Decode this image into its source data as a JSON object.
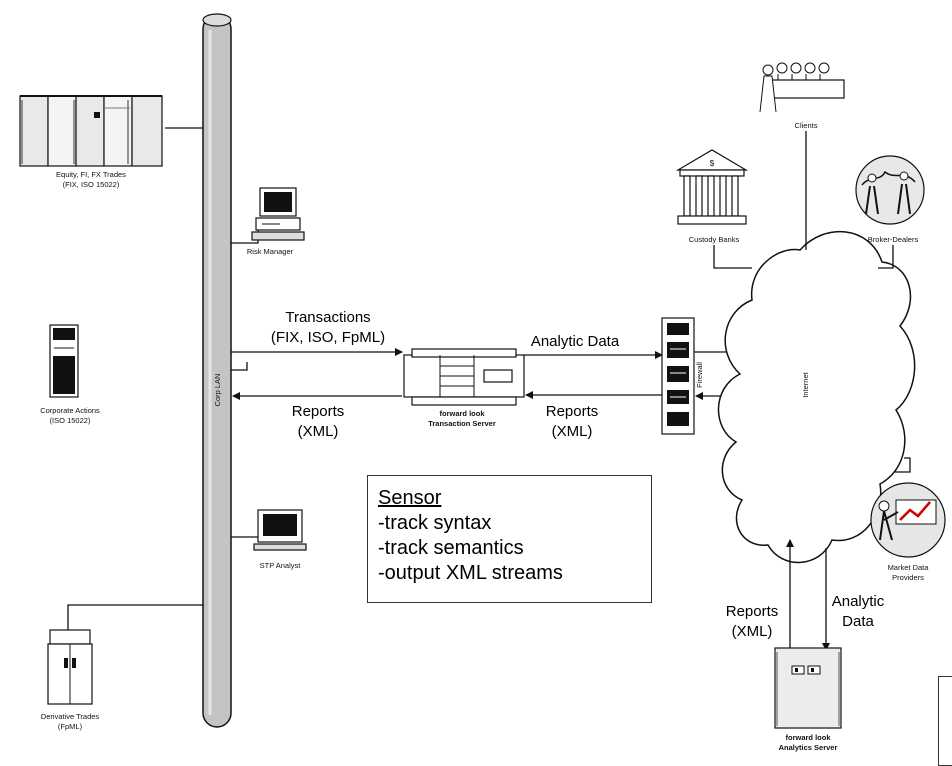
{
  "lan": {
    "label": "Corp LAN"
  },
  "devices": {
    "equity": {
      "line1": "Equity, FI, FX Trades",
      "line2": "(FIX, ISO 15022)"
    },
    "risk_manager": {
      "label": "Risk Manager"
    },
    "corporate_actions": {
      "line1": "Corporate Actions",
      "line2": "(ISO 15022)"
    },
    "stp_analyst": {
      "label": "STP Analyst"
    },
    "derivative": {
      "line1": "Derivative Trades",
      "line2": "(FpML)"
    },
    "transaction_server": {
      "line1": "forward look",
      "line2": "Transaction  Server"
    },
    "firewall": {
      "label": "Firewall"
    },
    "internet": {
      "label": "Internet"
    },
    "clients": {
      "label": "Clients"
    },
    "custody_banks": {
      "label": "Custody Banks"
    },
    "broker_dealers": {
      "label": "Broker-Dealers"
    },
    "market_data": {
      "line1": "Market Data",
      "line2": "Providers"
    },
    "analytics_server": {
      "line1": "forward look",
      "line2": "Analytics Server"
    }
  },
  "flows": {
    "transactions": {
      "line1": "Transactions",
      "line2": "(FIX, ISO, FpML)"
    },
    "reports_left": {
      "line1": "Reports",
      "line2": "(XML)"
    },
    "analytic_data": {
      "label": "Analytic Data"
    },
    "reports_right": {
      "line1": "Reports",
      "line2": "(XML)"
    },
    "reports_bottom": {
      "line1": "Reports",
      "line2": "(XML)"
    },
    "analytic_bottom": {
      "line1": "Analytic",
      "line2": "Data"
    }
  },
  "sensor": {
    "title": "Sensor",
    "items": [
      "-track syntax",
      "-track semantics",
      "-output XML streams"
    ]
  }
}
